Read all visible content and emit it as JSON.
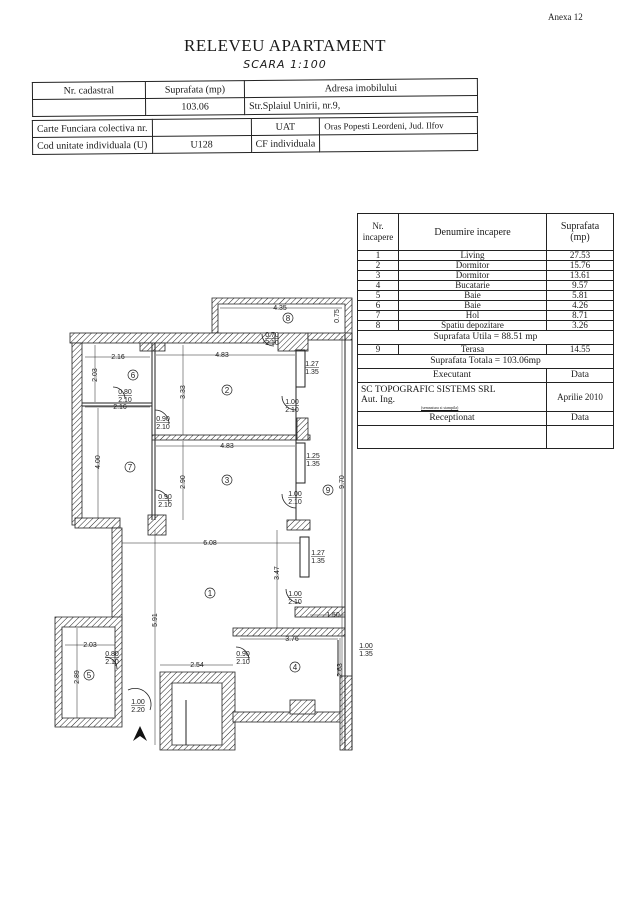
{
  "annex": "Anexa 12",
  "title": "RELEVEU APARTAMENT",
  "scale": "SCARA 1:100",
  "header_table": {
    "col_cadastral": "Nr. cadastral",
    "col_suprafata": "Suprafata (mp)",
    "col_adresa": "Adresa imobilului",
    "cadastral": "",
    "suprafata": "103.06",
    "adresa": "Str.Splaiul Unirii, nr.9,"
  },
  "cf_table": {
    "carte_label": "Carte Funciara colectiva nr.",
    "carte_value": "",
    "uat_label": "UAT",
    "uat_value": "Oras Popesti Leordeni, Jud. Ilfov",
    "cod_label": "Cod unitate individuala (U)",
    "cod_value": "U128",
    "cf_label": "CF individuala",
    "cf_value": ""
  },
  "rooms_table": {
    "col_nr": "Nr. incapere",
    "col_name": "Denumire incapere",
    "col_area": "Suprafata (mp)",
    "rows": [
      {
        "nr": "1",
        "name": "Living",
        "area": "27.53"
      },
      {
        "nr": "2",
        "name": "Dormitor",
        "area": "15.76"
      },
      {
        "nr": "3",
        "name": "Dormitor",
        "area": "13.61"
      },
      {
        "nr": "4",
        "name": "Bucatarie",
        "area": "9.57"
      },
      {
        "nr": "5",
        "name": "Baie",
        "area": "5.81"
      },
      {
        "nr": "6",
        "name": "Baie",
        "area": "4.26"
      },
      {
        "nr": "7",
        "name": "Hol",
        "area": "8.71"
      },
      {
        "nr": "8",
        "name": "Spatiu depozitare",
        "area": "3.26"
      }
    ],
    "utila": "Suprafata Utila =  88.51 mp",
    "terasa": {
      "nr": "9",
      "name": "Terasa",
      "area": "14.55"
    },
    "totala": "Suprafata Totala = 103.06mp",
    "executant_label": "Executant",
    "data_label": "Data",
    "executant": "SC TOPOGRAFIC SISTEMS SRL",
    "aut": "Aut. Ing.",
    "semnatura": "(semnatura si stampila)",
    "date": "Aprilie 2010",
    "receptionat_label": "Receptionat",
    "data_label2": "Data"
  },
  "plan": {
    "rooms": [
      "1",
      "2",
      "3",
      "4",
      "5",
      "6",
      "7",
      "8",
      "9"
    ],
    "dims": {
      "d435": "4.35",
      "d075": "0.75",
      "d216a": "2.16",
      "d483a": "4.83",
      "d203a": "2.03",
      "d333": "3.33",
      "d216b": "2.16",
      "d483b": "4.83",
      "d400": "4.00",
      "d290": "2.90",
      "d970": "9.70",
      "d608": "6.08",
      "d347": "3.47",
      "d591": "5.91",
      "d150": "1.50",
      "d376": "3.76",
      "d203b": "2.03",
      "d254": "2.54",
      "d289": "2.89",
      "d263": "2.63"
    },
    "openings": [
      {
        "w": "0.70",
        "h": "2.10"
      },
      {
        "w": "1.27",
        "h": "1.35"
      },
      {
        "w": "0.80",
        "h": "2.10"
      },
      {
        "w": "1.00",
        "h": "2.10"
      },
      {
        "w": "0.90",
        "h": "2.10"
      },
      {
        "w": "1.25",
        "h": "1.35"
      },
      {
        "w": "0.90",
        "h": "2.10"
      },
      {
        "w": "1.00",
        "h": "2.10"
      },
      {
        "w": "1.27",
        "h": "1.35"
      },
      {
        "w": "1.00",
        "h": "2.10"
      },
      {
        "w": "0.90",
        "h": "2.10"
      },
      {
        "w": "0.80",
        "h": "2.10"
      },
      {
        "w": "1.00",
        "h": "1.35"
      },
      {
        "w": "1.00",
        "h": "2.20"
      }
    ]
  }
}
